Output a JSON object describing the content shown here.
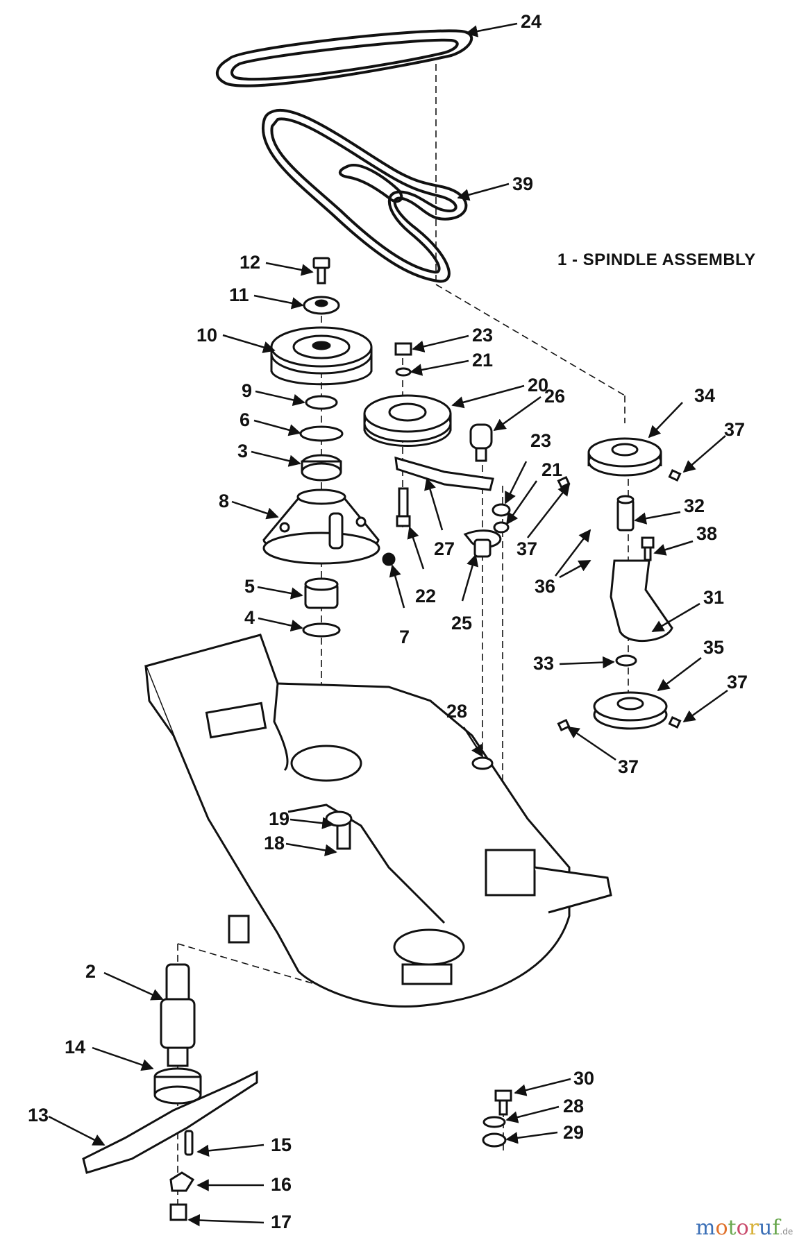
{
  "title": "1 - SPINDLE ASSEMBLY",
  "watermark": {
    "text": "motoruf",
    "suffix": ".de",
    "colors": [
      "#3b6fb6",
      "#e0712b",
      "#6aa84f",
      "#c94a6b",
      "#d8b23a",
      "#3b6fb6",
      "#6aa84f"
    ]
  },
  "callouts": [
    {
      "id": "24",
      "text": "24"
    },
    {
      "id": "39",
      "text": "39"
    },
    {
      "id": "12",
      "text": "12"
    },
    {
      "id": "11",
      "text": "11"
    },
    {
      "id": "10",
      "text": "10"
    },
    {
      "id": "23a",
      "text": "23"
    },
    {
      "id": "21a",
      "text": "21"
    },
    {
      "id": "20",
      "text": "20"
    },
    {
      "id": "26",
      "text": "26"
    },
    {
      "id": "9",
      "text": "9"
    },
    {
      "id": "6",
      "text": "6"
    },
    {
      "id": "3",
      "text": "3"
    },
    {
      "id": "23b",
      "text": "23"
    },
    {
      "id": "21b",
      "text": "21"
    },
    {
      "id": "34",
      "text": "34"
    },
    {
      "id": "37a",
      "text": "37"
    },
    {
      "id": "8",
      "text": "8"
    },
    {
      "id": "27",
      "text": "27"
    },
    {
      "id": "37b",
      "text": "37"
    },
    {
      "id": "32",
      "text": "32"
    },
    {
      "id": "38",
      "text": "38"
    },
    {
      "id": "36",
      "text": "36"
    },
    {
      "id": "22",
      "text": "22"
    },
    {
      "id": "5",
      "text": "5"
    },
    {
      "id": "25",
      "text": "25"
    },
    {
      "id": "31",
      "text": "31"
    },
    {
      "id": "4",
      "text": "4"
    },
    {
      "id": "7",
      "text": "7"
    },
    {
      "id": "33",
      "text": "33"
    },
    {
      "id": "35",
      "text": "35"
    },
    {
      "id": "37c",
      "text": "37"
    },
    {
      "id": "28a",
      "text": "28"
    },
    {
      "id": "37d",
      "text": "37"
    },
    {
      "id": "19",
      "text": "19"
    },
    {
      "id": "18",
      "text": "18"
    },
    {
      "id": "2",
      "text": "2"
    },
    {
      "id": "14",
      "text": "14"
    },
    {
      "id": "13",
      "text": "13"
    },
    {
      "id": "30",
      "text": "30"
    },
    {
      "id": "28b",
      "text": "28"
    },
    {
      "id": "29",
      "text": "29"
    },
    {
      "id": "15",
      "text": "15"
    },
    {
      "id": "16",
      "text": "16"
    },
    {
      "id": "17",
      "text": "17"
    }
  ]
}
